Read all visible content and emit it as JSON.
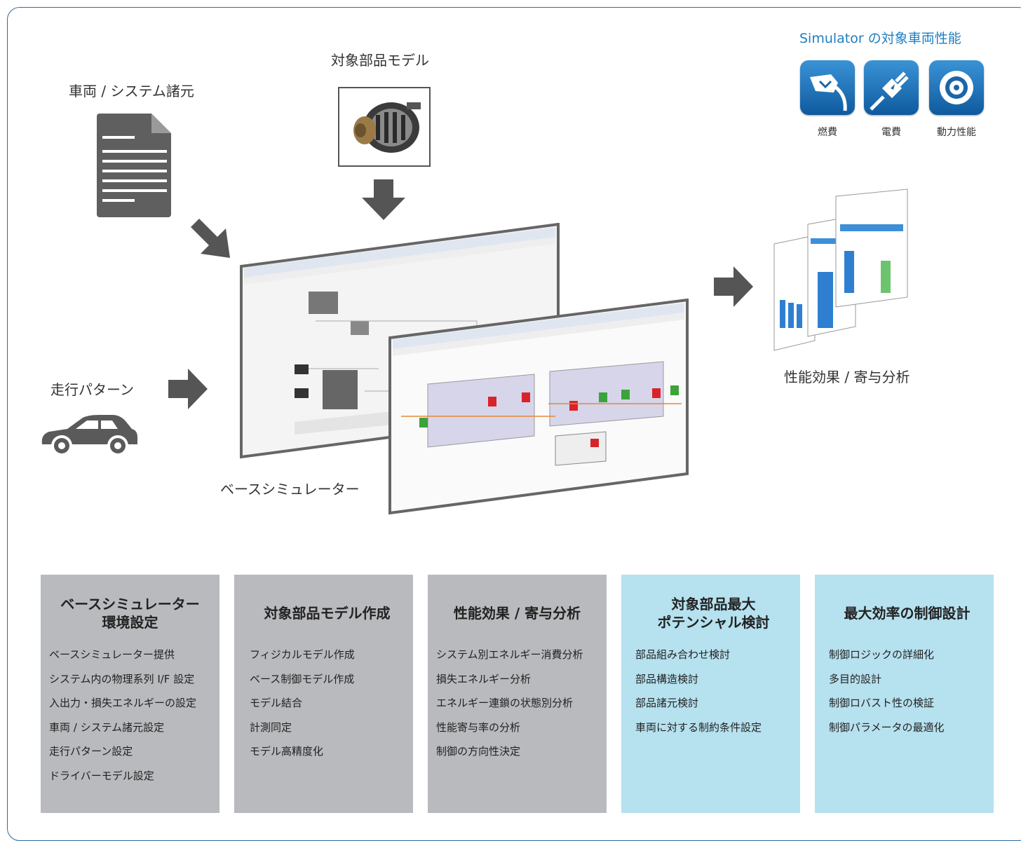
{
  "labels": {
    "vehicle_spec": "車両 / システム諸元",
    "target_model": "対象部品モデル",
    "drive_pattern": "走行パターン",
    "base_simulator": "ベースシミュレーター",
    "perf_analysis": "性能効果 / 寄与分析"
  },
  "simulator_panel": {
    "title": "Simulator の対象車両性能",
    "items": [
      {
        "label": "燃費",
        "icon": "fuel-pump-icon"
      },
      {
        "label": "電費",
        "icon": "plug-icon"
      },
      {
        "label": "動力性能",
        "icon": "tire-icon"
      }
    ]
  },
  "cards": [
    {
      "title_lines": [
        "ベースシミュレーター",
        "環境設定"
      ],
      "style": "gray",
      "items": [
        "ベースシミュレーター提供",
        "システム内の物理系列 I/F 設定",
        "入出力・損失エネルギーの設定",
        "車両 / システム諸元設定",
        "走行パターン設定",
        "ドライバーモデル設定"
      ]
    },
    {
      "title_lines": [
        "対象部品モデル作成"
      ],
      "style": "gray",
      "items": [
        "フィジカルモデル作成",
        "ベース制御モデル作成",
        "モデル結合",
        "計測同定",
        "モデル高精度化"
      ]
    },
    {
      "title_lines": [
        "性能効果 / 寄与分析"
      ],
      "style": "gray",
      "items": [
        "システム別エネルギー消費分析",
        "損失エネルギー分析",
        "エネルギー連鎖の状態別分析",
        "性能寄与率の分析",
        "制御の方向性決定"
      ]
    },
    {
      "title_lines": [
        "対象部品最大",
        "ポテンシャル検討"
      ],
      "style": "cyan",
      "items": [
        "部品組み合わせ検討",
        "部品構造検討",
        "部品諸元検討",
        "車両に対する制約条件設定"
      ]
    },
    {
      "title_lines": [
        "最大効率の制御設計"
      ],
      "style": "cyan",
      "items": [
        "制御ロジックの詳細化",
        "多目的設計",
        "制御ロバスト性の検証",
        "制御パラメータの最適化"
      ]
    }
  ],
  "colors": {
    "frame": "#2f6aa3",
    "accent_blue": "#1f7fc0",
    "card_gray": "#b9babd",
    "card_cyan": "#b6e1ef",
    "arrow": "#555555"
  }
}
